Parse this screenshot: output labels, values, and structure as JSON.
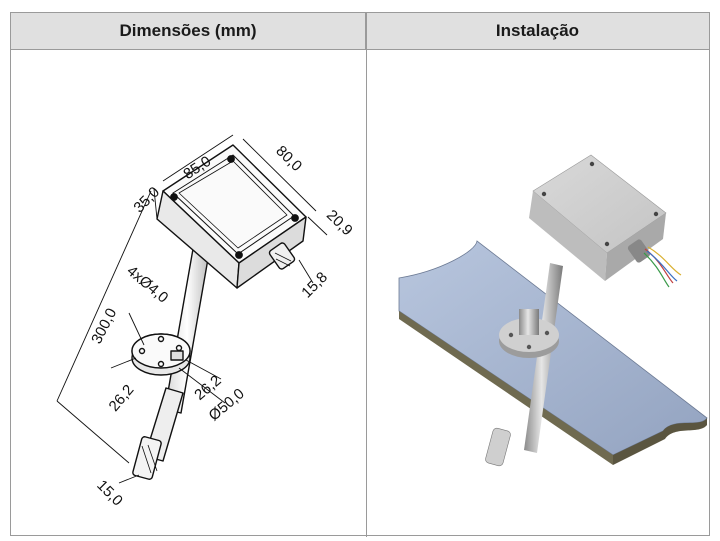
{
  "headers": {
    "dimensions": "Dimensões (mm)",
    "installation": "Instalação"
  },
  "dimension_labels": {
    "width": "85,0",
    "depth": "80,0",
    "top_height": "35,0",
    "side": "20,9",
    "gland": "15,8",
    "length": "300,0",
    "holes": "4xØ4,0",
    "flange_a": "26,2",
    "flange_b": "26,2",
    "flange_dia": "Ø50,0",
    "tip": "15,0"
  }
}
